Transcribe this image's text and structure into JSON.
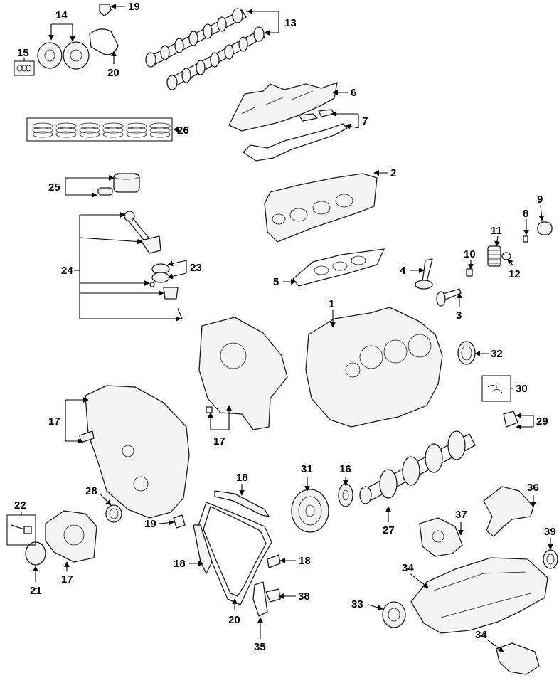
{
  "diagram": {
    "callouts": [
      {
        "id": "1",
        "label": "1"
      },
      {
        "id": "2",
        "label": "2"
      },
      {
        "id": "3",
        "label": "3"
      },
      {
        "id": "4",
        "label": "4"
      },
      {
        "id": "5",
        "label": "5"
      },
      {
        "id": "6",
        "label": "6"
      },
      {
        "id": "7",
        "label": "7"
      },
      {
        "id": "8",
        "label": "8"
      },
      {
        "id": "9",
        "label": "9"
      },
      {
        "id": "10",
        "label": "10"
      },
      {
        "id": "11",
        "label": "11"
      },
      {
        "id": "12",
        "label": "12"
      },
      {
        "id": "13",
        "label": "13"
      },
      {
        "id": "14",
        "label": "14"
      },
      {
        "id": "15",
        "label": "15"
      },
      {
        "id": "16",
        "label": "16"
      },
      {
        "id": "17a",
        "label": "17"
      },
      {
        "id": "17b",
        "label": "17"
      },
      {
        "id": "17c",
        "label": "17"
      },
      {
        "id": "18a",
        "label": "18"
      },
      {
        "id": "18b",
        "label": "18"
      },
      {
        "id": "18c",
        "label": "18"
      },
      {
        "id": "19a",
        "label": "19"
      },
      {
        "id": "19b",
        "label": "19"
      },
      {
        "id": "20a",
        "label": "20"
      },
      {
        "id": "20b",
        "label": "20"
      },
      {
        "id": "21",
        "label": "21"
      },
      {
        "id": "22",
        "label": "22"
      },
      {
        "id": "23",
        "label": "23"
      },
      {
        "id": "24",
        "label": "24"
      },
      {
        "id": "25",
        "label": "25"
      },
      {
        "id": "26",
        "label": "26"
      },
      {
        "id": "27",
        "label": "27"
      },
      {
        "id": "28",
        "label": "28"
      },
      {
        "id": "29",
        "label": "29"
      },
      {
        "id": "30",
        "label": "30"
      },
      {
        "id": "31",
        "label": "31"
      },
      {
        "id": "32",
        "label": "32"
      },
      {
        "id": "33",
        "label": "33"
      },
      {
        "id": "34a",
        "label": "34"
      },
      {
        "id": "34b",
        "label": "34"
      },
      {
        "id": "35",
        "label": "35"
      },
      {
        "id": "36",
        "label": "36"
      },
      {
        "id": "37",
        "label": "37"
      },
      {
        "id": "38",
        "label": "38"
      },
      {
        "id": "39",
        "label": "39"
      }
    ]
  }
}
